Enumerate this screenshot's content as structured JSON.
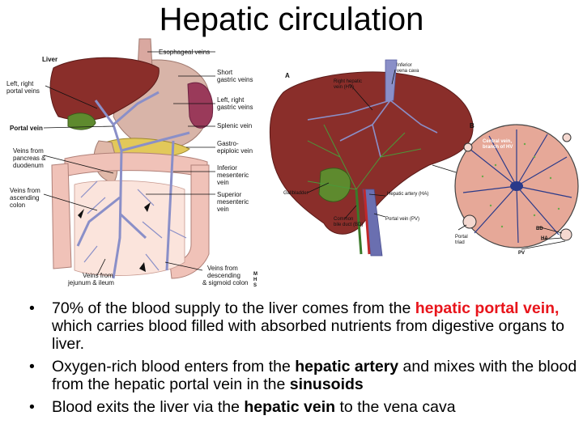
{
  "title": "Hepatic circulation",
  "figure_left": {
    "liver": "Liver",
    "left_right_portal_veins": [
      "Left, right",
      "portal veins"
    ],
    "portal_vein": "Portal vein",
    "veins_pancreas": [
      "Veins from",
      "pancreas &",
      "duodenum"
    ],
    "veins_ascending": [
      "Veins from",
      "ascending",
      "colon"
    ],
    "veins_jejunum": [
      "Veins from",
      "jejunum & ileum"
    ],
    "esophageal": "Esophageal veins",
    "short_gastric": [
      "Short",
      "gastric veins"
    ],
    "lr_gastric": [
      "Left, right",
      "gastric veins"
    ],
    "splenic": "Splenic vein",
    "gastroepiploic": [
      "Gastro-",
      "epiploic vein"
    ],
    "inferior_mesenteric": [
      "Inferior",
      "mesenteric",
      "vein"
    ],
    "superior_mesenteric": [
      "Superior",
      "mesenteric",
      "vein"
    ],
    "veins_descending": [
      "Veins from",
      "descending",
      "& sigmoid colon"
    ],
    "logo": [
      "M",
      "H",
      "S"
    ]
  },
  "figure_right": {
    "panel_a": "A",
    "panel_b": "B",
    "ivc": [
      "Inferior",
      "vena cava"
    ],
    "rhv": [
      "Right hepatic",
      "vein (HV)"
    ],
    "gallbladder": "Gallbladder",
    "common_bile_duct": [
      "Common",
      "bile duct (BD)"
    ],
    "hepatic_artery": "Hepatic artery (HA)",
    "portal_vein": "Portal vein (PV)",
    "central_vein": [
      "Central vein,",
      "branch of HV"
    ],
    "portal_triad": [
      "Portal",
      "triad"
    ],
    "bd": "BD",
    "ha": "HA",
    "pv": "PV"
  },
  "bullets": [
    {
      "parts": [
        {
          "text": "70% of the blood supply to the liver comes from the ",
          "style": "normal"
        },
        {
          "text": "hepatic portal vein,",
          "style": "red"
        },
        {
          "text": " which carries blood filled with absorbed nutrients from digestive organs to liver.",
          "style": "normal"
        }
      ]
    },
    {
      "parts": [
        {
          "text": "Oxygen-rich blood enters from the ",
          "style": "normal"
        },
        {
          "text": "hepatic artery",
          "style": "bold"
        },
        {
          "text": " and mixes with the blood from the hepatic portal vein in the ",
          "style": "normal"
        },
        {
          "text": "sinusoids",
          "style": "bold"
        }
      ]
    },
    {
      "parts": [
        {
          "text": "Blood exits the liver via the ",
          "style": "normal"
        },
        {
          "text": "hepatic vein",
          "style": "bold"
        },
        {
          "text": " to the vena cava",
          "style": "normal"
        }
      ]
    }
  ],
  "bullet_symbol": "•",
  "colors": {
    "highlight": "#e8141b",
    "liver": "#8a2e2a",
    "vein": "#8a8fc8"
  }
}
